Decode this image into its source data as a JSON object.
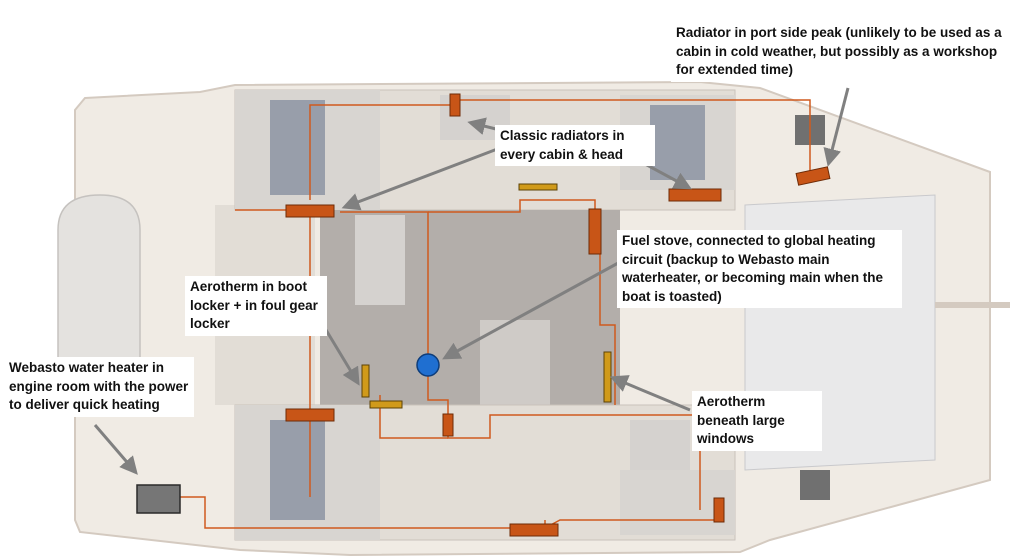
{
  "colors": {
    "hull": "#f0ebe4",
    "hull_outline": "#d4cac0",
    "interior_light": "#e2ddd6",
    "floor": "#b3aeaa",
    "cabin": "#d8d5d1",
    "cabin_dark": "#989eaa",
    "net": "#e9e9ea",
    "pipe": "#cf5a1e",
    "radiator": "#c85517",
    "aerotherm": "#d09a1a",
    "stove": "#1f6fd1",
    "water_heater": "#767676",
    "arrow": "#808080"
  },
  "callouts": {
    "port_peak": "Radiator in port side peak (unlikely to be used as a cabin in cold weather, but possibly as a workshop for extended time)",
    "classic_radiators": "Classic radiators in every cabin & head",
    "fuel_stove": "Fuel stove, connected to global heating circuit (backup to Webasto main waterheater, or becoming main when the boat is toasted)",
    "aerotherm_boot": "Aerotherm in boot locker + in foul gear locker",
    "webasto": "Webasto water heater in engine room with the power to deliver quick heating",
    "aerotherm_windows": "Aerotherm beneath large windows"
  },
  "legend_icons": {
    "radiator": "radiator-icon",
    "aerotherm": "aerotherm-icon",
    "stove": "fuel-stove-icon",
    "water_heater": "water-heater-icon"
  }
}
